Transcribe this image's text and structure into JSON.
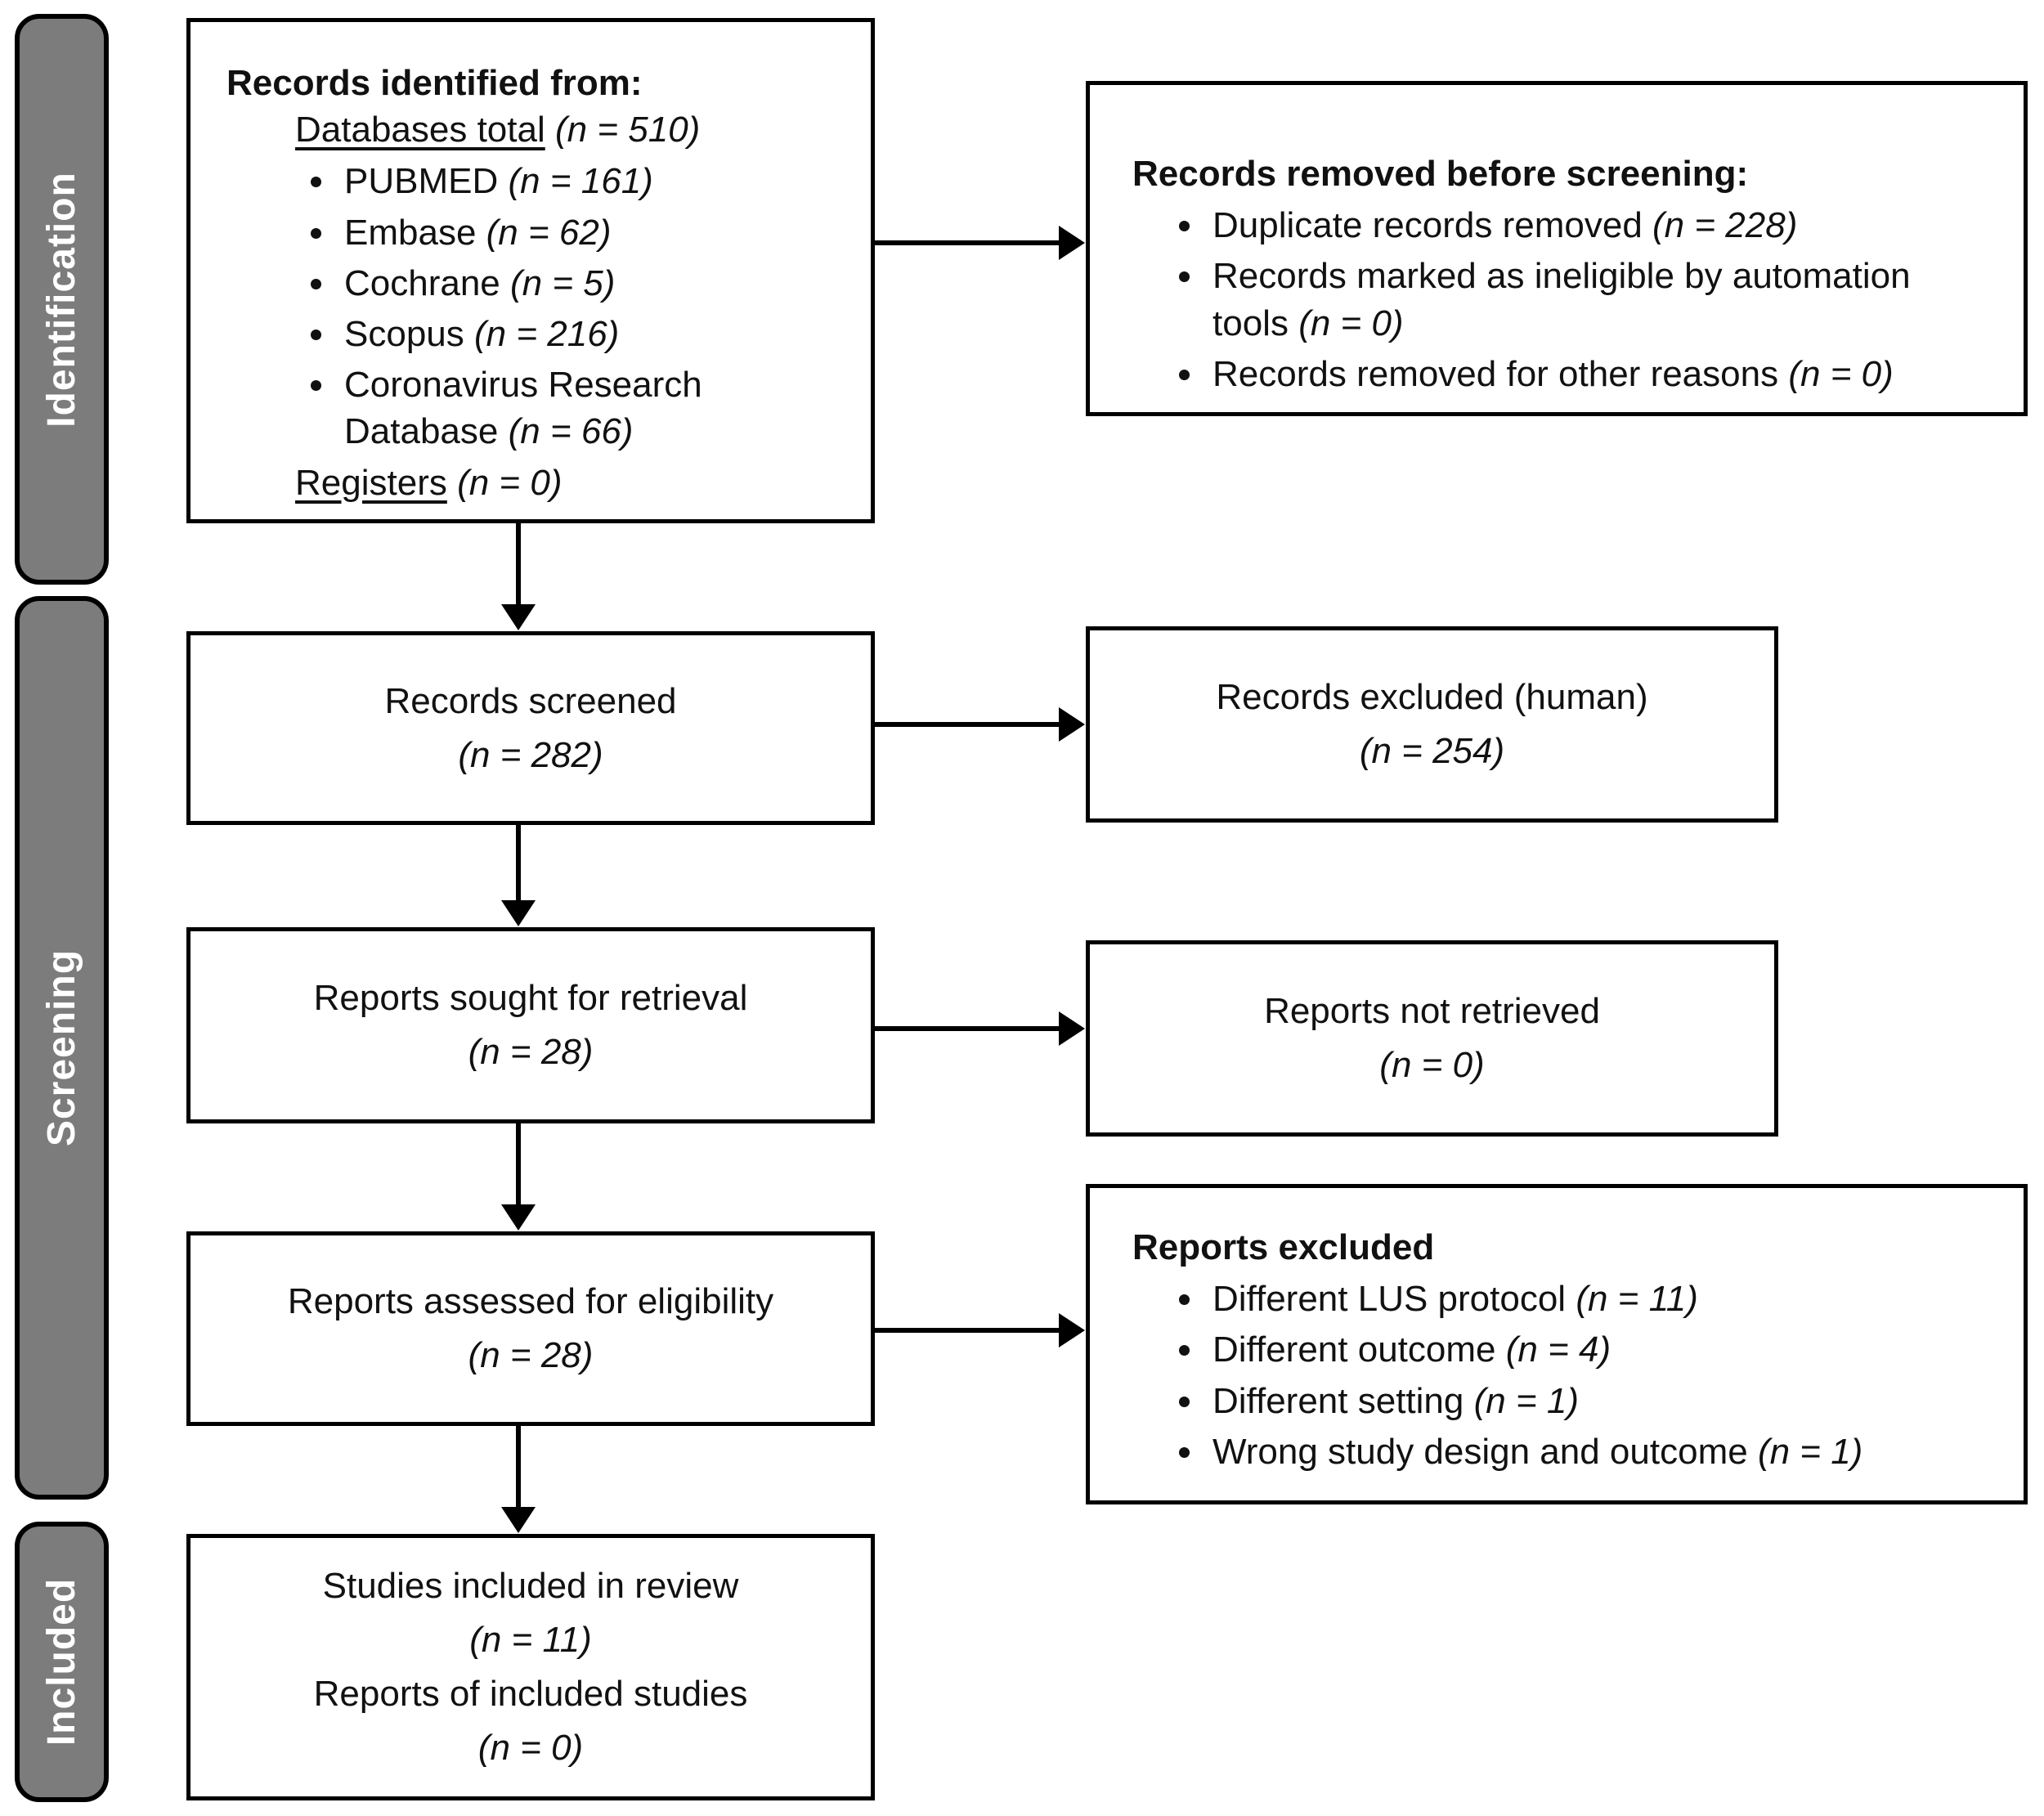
{
  "colors": {
    "stage_fill": "#7c7c7c",
    "stage_text": "#ffffff",
    "box_border": "#000000",
    "box_bg": "#ffffff",
    "text": "#111111"
  },
  "sidebar": {
    "stages": [
      {
        "label": "Identification"
      },
      {
        "label": "Screening"
      },
      {
        "label": "Included"
      }
    ]
  },
  "boxes": {
    "identified": {
      "title": "Records identified from:",
      "subheader": {
        "label": "Databases total",
        "n": "(n = 510)"
      },
      "bullets": [
        {
          "label": "PUBMED",
          "n": "(n = 161)"
        },
        {
          "label": "Embase",
          "n": "(n = 62)"
        },
        {
          "label": "Cochrane",
          "n": "(n = 5)"
        },
        {
          "label": "Scopus",
          "n": "(n = 216)"
        },
        {
          "label": "Coronavirus Research Database",
          "n": "(n = 66)"
        }
      ],
      "footer": {
        "label": "Registers",
        "n": "(n = 0)"
      }
    },
    "removed": {
      "title": "Records removed before screening:",
      "bullets": [
        {
          "label": "Duplicate records removed",
          "n": "(n = 228)"
        },
        {
          "label": "Records marked as ineligible by automation tools",
          "n": "(n = 0)"
        },
        {
          "label": "Records removed for other reasons",
          "n": "(n = 0)"
        }
      ]
    },
    "screened": {
      "label": "Records screened",
      "n": "(n = 282)"
    },
    "excluded_human": {
      "label": "Records excluded (human)",
      "n": "(n = 254)"
    },
    "sought": {
      "label": "Reports sought for retrieval",
      "n": "(n = 28)"
    },
    "not_retrieved": {
      "label": "Reports not retrieved",
      "n": "(n = 0)"
    },
    "assessed": {
      "label": "Reports assessed for eligibility",
      "n": "(n = 28)"
    },
    "reports_excluded": {
      "title": "Reports excluded",
      "bullets": [
        {
          "label": "Different LUS protocol",
          "n": "(n = 11)"
        },
        {
          "label": "Different outcome",
          "n": "(n = 4)"
        },
        {
          "label": "Different setting",
          "n": "(n = 1)"
        },
        {
          "label": "Wrong study design and outcome",
          "n": "(n = 1)"
        }
      ]
    },
    "included": {
      "line1": "Studies included in review",
      "n1": "(n = 11)",
      "line2": "Reports of included studies",
      "n2": "(n = 0)"
    }
  }
}
